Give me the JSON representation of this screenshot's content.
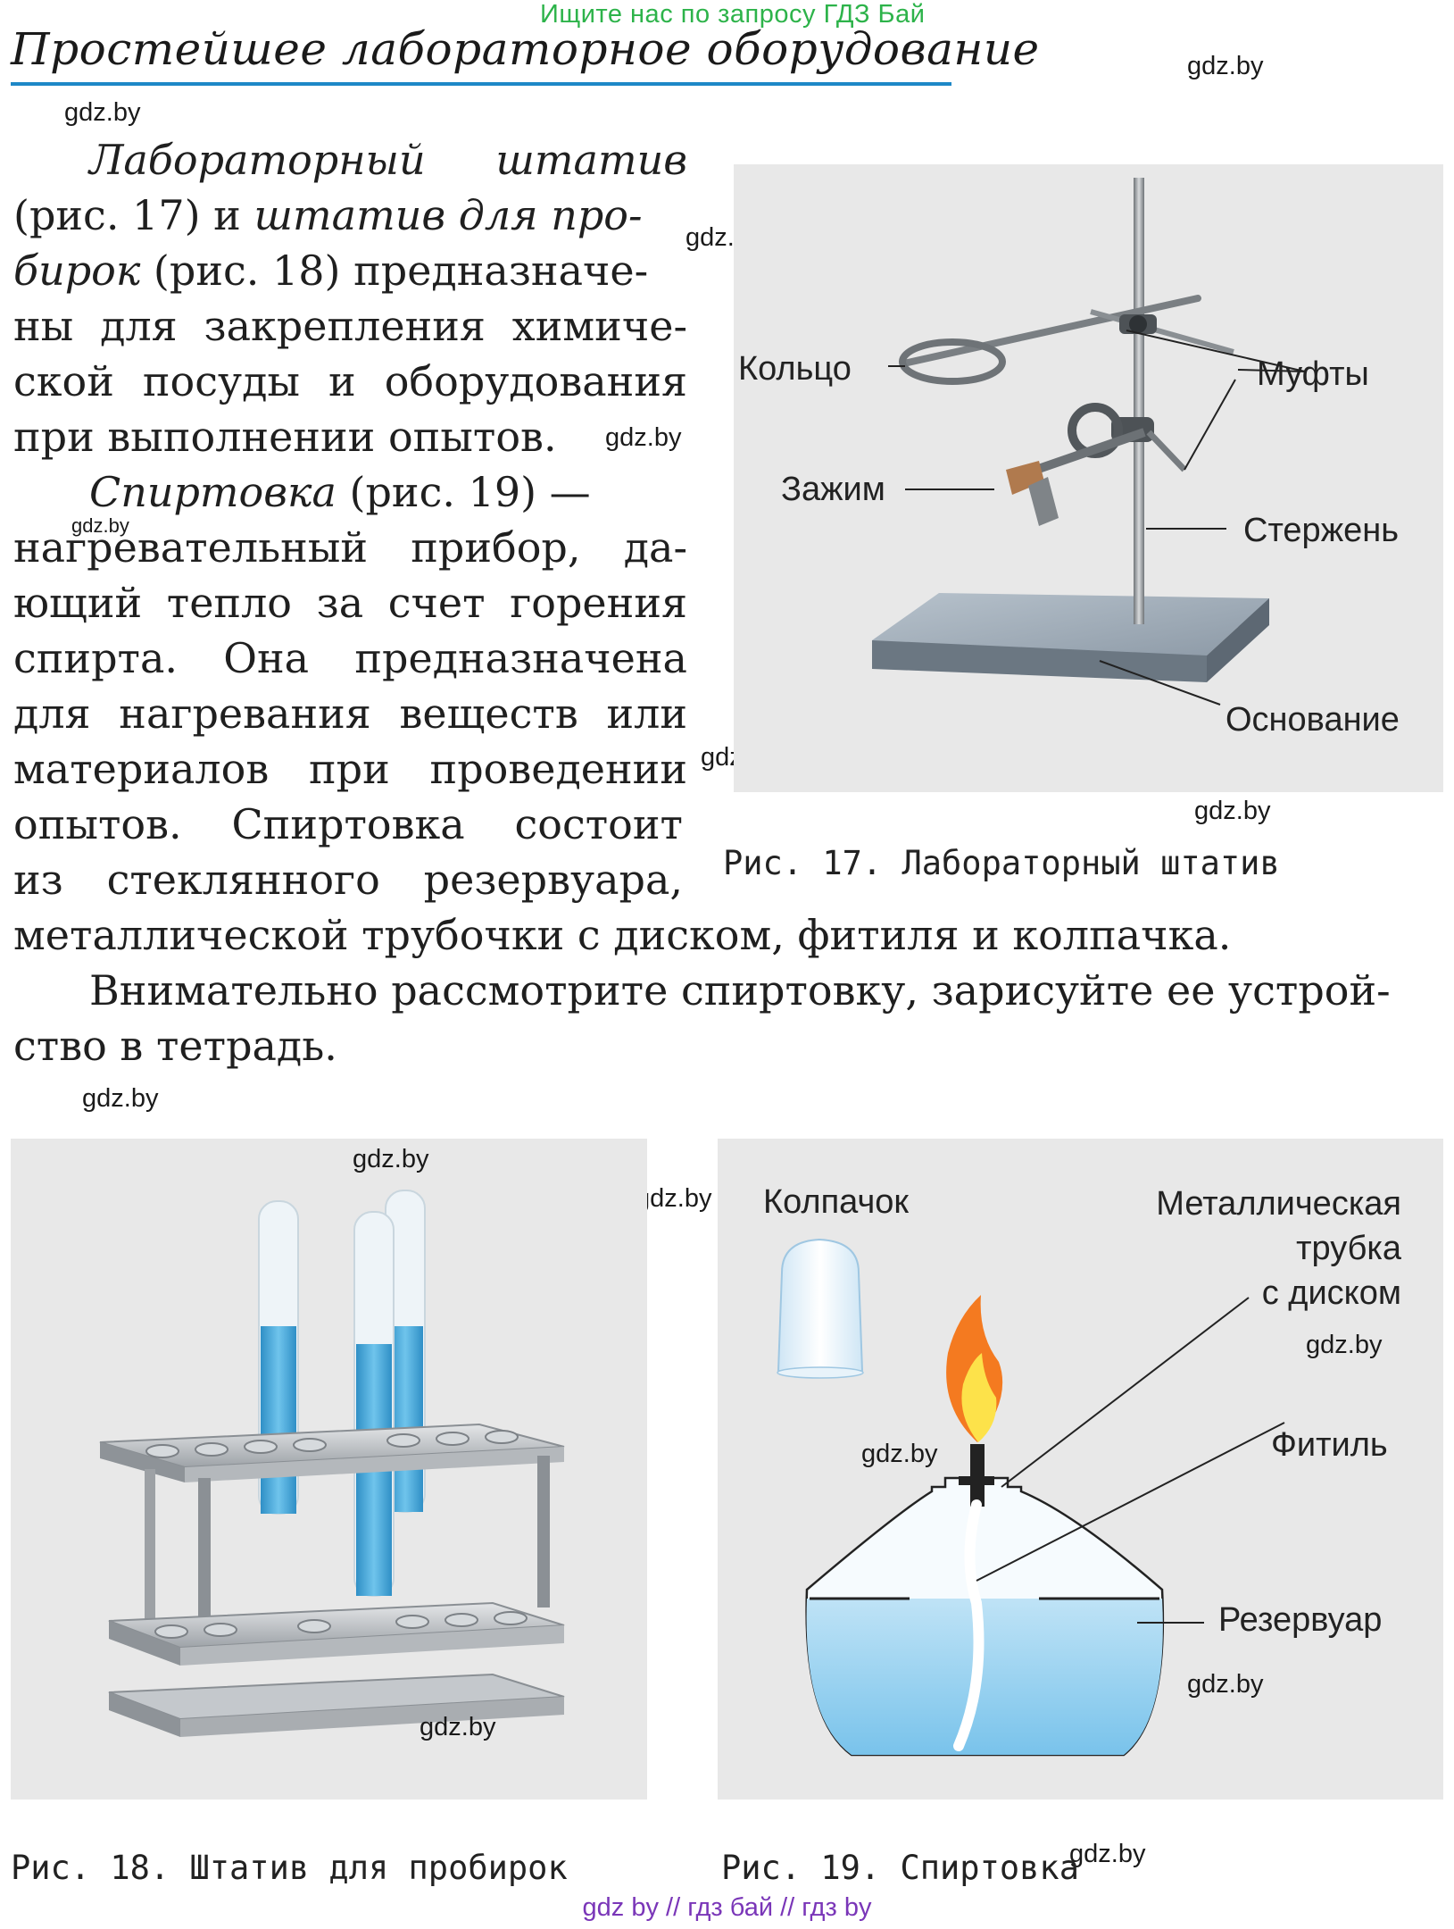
{
  "header": {
    "search_hint": "Ищите нас по запросу ГДЗ Бай",
    "title": "Простейшее лабораторное оборудование"
  },
  "watermark": "gdz.by",
  "text": {
    "p1": {
      "l1_a": "Лабораторный",
      "l1_b": "штатив",
      "l2_a": "(рис. 17) и ",
      "l2_b": "штатив для про-",
      "l3_a": "бирок",
      "l3_b": " (рис. 18) предназначе-",
      "l4": "ны для закрепления химиче-",
      "l5": "ской посуды и оборудования",
      "l6": "при выполнении опытов."
    },
    "p2": {
      "l1_a": "Спиртовка",
      "l1_b": " (рис. 19) —",
      "l2": "нагревательный прибор, да-",
      "l3": "ющий тепло за счет горения",
      "l4": "спирта. Она предназначена",
      "l5": "для нагревания веществ или",
      "l6": "материалов при проведении",
      "l7": "опытов. Спиртовка состоит",
      "l8": "из стеклянного резервуара,",
      "l9": "металлической трубочки с диском, фитиля и колпачка."
    },
    "p3": {
      "l1": "Внимательно рассмотрите спиртовку, зарисуйте ее устрой-",
      "l2": "ство в тетрадь."
    }
  },
  "fig17": {
    "caption": "Рис. 17. Лабораторный штатив",
    "labels": {
      "ring": "Кольцо",
      "couplings": "Муфты",
      "clamp": "Зажим",
      "rod": "Стержень",
      "base": "Основание"
    }
  },
  "fig18": {
    "caption": "Рис. 18. Штатив для пробирок"
  },
  "fig19": {
    "caption": "Рис. 19. Спиртовка",
    "labels": {
      "cap": "Колпачок",
      "tube_l1": "Металлическая",
      "tube_l2": "трубка",
      "tube_l3": "с диском",
      "wick": "Фитиль",
      "reservoir": "Резервуар"
    }
  },
  "footer": "gdz by  //  гдз бай  //  гдз by",
  "colors": {
    "title_rule": "#1e88c7",
    "top_link": "#2db34a",
    "footer": "#7a36b8",
    "liquid": "#3aa6d8",
    "flame_outer": "#f47a20",
    "flame_inner": "#fde24a"
  }
}
